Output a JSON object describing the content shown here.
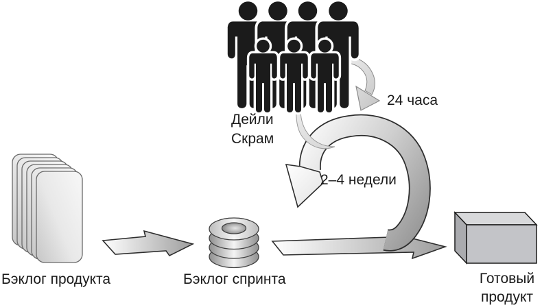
{
  "labels": {
    "daily_scrum_line1": "Дейли",
    "daily_scrum_line2": "Скрам",
    "hours_24": "24 часа",
    "weeks_2_4": "2–4 недели",
    "product_backlog": "Бэклог продукта",
    "sprint_backlog": "Бэклог спринта",
    "finished_product_line1": "Готовый",
    "finished_product_line2": "продукт"
  },
  "colors": {
    "figure": "#1b1b1b",
    "outline_dark": "#2e2e2e",
    "text": "#1a1a1a",
    "ribbon_light": "#fafafa",
    "ribbon_dark": "#8a8a8a",
    "background": "#ffffff"
  }
}
